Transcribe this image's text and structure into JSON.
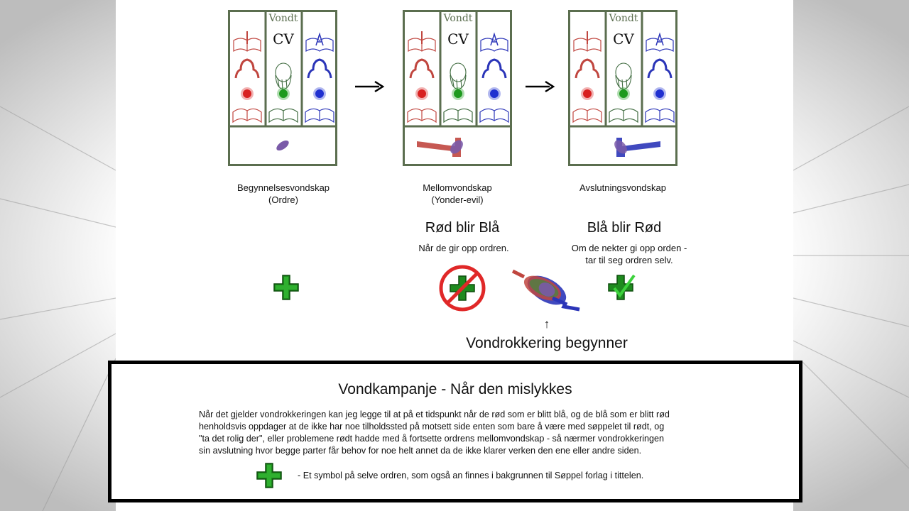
{
  "colors": {
    "panel_border": "#5b6e4f",
    "red": "#c0463f",
    "green": "#1e8a1e",
    "blue": "#2b35b8",
    "purple": "#7a5aa8"
  },
  "panels": [
    {
      "vondt_label": "Vondt",
      "cv_label": "CV",
      "caption_line1": "Begynnelsesvondskap",
      "caption_line2": "(Ordre)"
    },
    {
      "vondt_label": "Vondt",
      "cv_label": "CV",
      "caption_line1": "Mellomvondskap",
      "caption_line2": "(Yonder-evil)"
    },
    {
      "vondt_label": "Vondt",
      "cv_label": "CV",
      "caption_line1": "Avslutningsvondskap",
      "caption_line2": ""
    }
  ],
  "transitions": [
    {
      "heading": "Rød blir Blå",
      "subtext_line1": "Når de gir opp ordren.",
      "subtext_line2": ""
    },
    {
      "heading": "Blå blir Rød",
      "subtext_line1": "Om de nekter gi opp orden -",
      "subtext_line2": "tar til seg ordren selv."
    }
  ],
  "icons": {
    "start_symbol": "green-plus-icon",
    "prohibited_symbol": "prohibited-plus-icon",
    "swirl_symbol": "swirl-icon",
    "checked_symbol": "checked-plus-icon"
  },
  "annotation": {
    "arrow_glyph": "↑",
    "label": "Vondrokkering begynner"
  },
  "bottom": {
    "title": "Vondkampanje - Når den mislykkes",
    "body_lines": [
      "Når det gjelder vondrokkeringen kan jeg legge til at på et tidspunkt når de rød som er blitt blå, og de blå som er blitt rød",
      "henholdsvis oppdager at de ikke har noe tilholdssted på motsett side enten som bare å være med søppelet til rødt, og",
      "\"ta det rolig der\", eller problemene rødt hadde med å fortsette ordrens mellomvondskap - så nærmer vondrokkeringen",
      "sin avslutning hvor begge parter får behov for noe helt annet da de ikke klarer verken den ene eller andre siden."
    ],
    "legend_text": "- Et symbol på selve ordren, som også an finnes i bakgrunnen til Søppel forlag i tittelen."
  }
}
